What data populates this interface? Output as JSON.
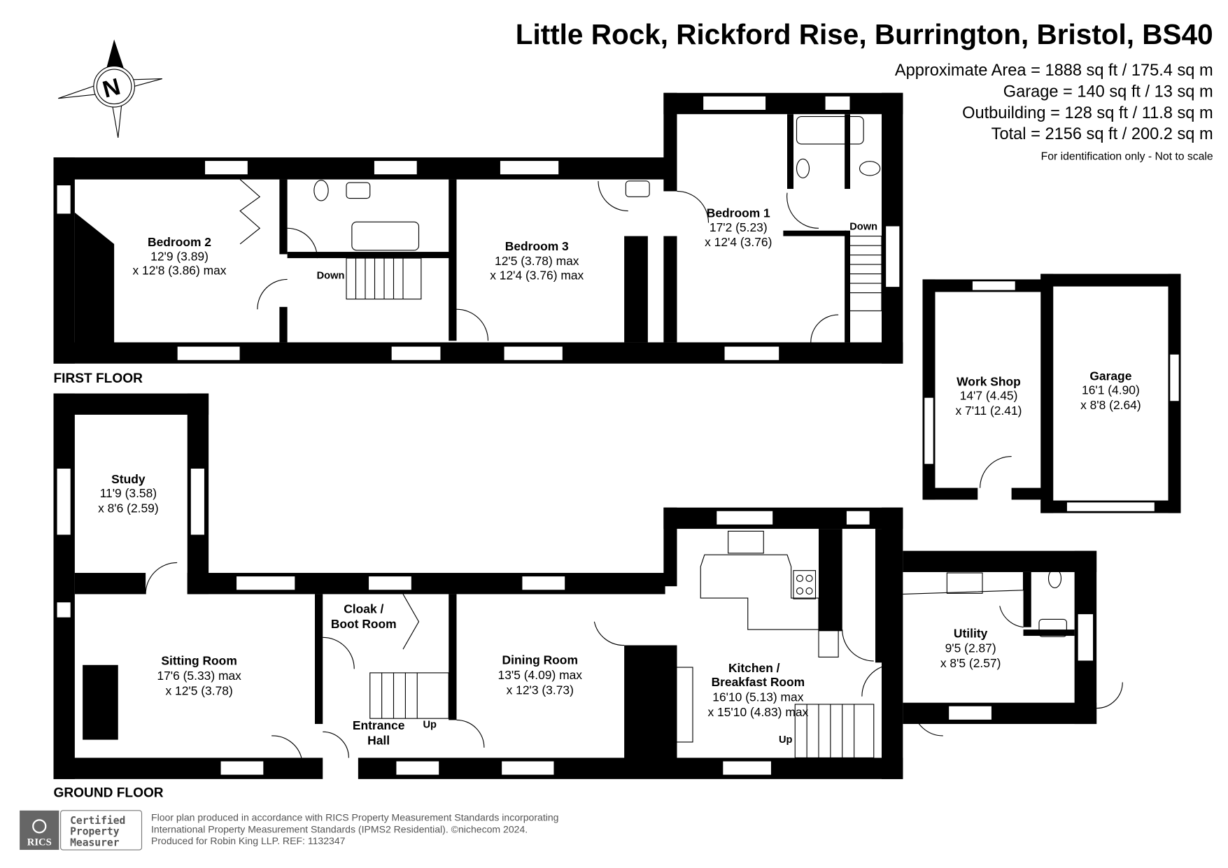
{
  "header": {
    "title": "Little Rock, Rickford Rise, Burrington, Bristol, BS40",
    "areas": [
      "Approximate Area = 1888 sq ft / 175.4 sq m",
      "Garage = 140 sq ft / 13 sq m",
      "Outbuilding = 128 sq ft / 11.8 sq m",
      "Total = 2156 sq ft / 200.2 sq m"
    ],
    "disclaimer": "For identification only - Not to scale"
  },
  "compass": {
    "label": "N"
  },
  "first_floor": {
    "label": "FIRST FLOOR",
    "rooms": [
      {
        "name": "Bedroom 2",
        "dim1": "12'9 (3.89)",
        "dim2": "x 12'8 (3.86) max"
      },
      {
        "name": "Bedroom 3",
        "dim1": "12'5 (3.78) max",
        "dim2": "x 12'4 (3.76) max"
      },
      {
        "name": "Bedroom 1",
        "dim1": "17'2 (5.23)",
        "dim2": "x 12'4 (3.76)"
      }
    ],
    "stairs": [
      "Down",
      "Down"
    ]
  },
  "ground_floor": {
    "label": "GROUND FLOOR",
    "rooms": [
      {
        "name": "Study",
        "dim1": "11'9 (3.58)",
        "dim2": "x 8'6 (2.59)"
      },
      {
        "name": "Sitting Room",
        "dim1": "17'6 (5.33) max",
        "dim2": "x 12'5 (3.78)"
      },
      {
        "name": "Cloak /",
        "name2": "Boot Room"
      },
      {
        "name": "Entrance",
        "name2": "Hall"
      },
      {
        "name": "Dining Room",
        "dim1": "13'5 (4.09) max",
        "dim2": "x 12'3 (3.73)"
      },
      {
        "name": "Kitchen /",
        "name2": "Breakfast Room",
        "dim1": "16'10 (5.13) max",
        "dim2": "x 15'10 (4.83) max"
      },
      {
        "name": "Utility",
        "dim1": "9'5 (2.87)",
        "dim2": "x 8'5 (2.57)"
      }
    ],
    "stairs": [
      "Up",
      "Up"
    ]
  },
  "outbuildings": [
    {
      "name": "Work Shop",
      "dim1": "14'7 (4.45)",
      "dim2": "x 7'11 (2.41)"
    },
    {
      "name": "Garage",
      "dim1": "16'1 (4.90)",
      "dim2": "x 8'8 (2.64)"
    }
  ],
  "footer": {
    "badge_logo": "RICS",
    "badge_lines": [
      "Certified",
      "Property",
      "Measurer"
    ],
    "lines": [
      "Floor plan produced in accordance with RICS Property Measurement Standards incorporating",
      "International Property Measurement Standards (IPMS2 Residential).   ©nichecom 2024.",
      "Produced for Robin King LLP.   REF:  1132347"
    ]
  }
}
